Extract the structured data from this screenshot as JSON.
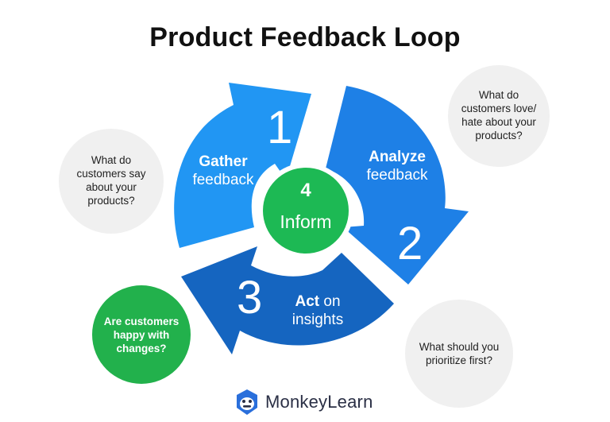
{
  "title": "Product Feedback Loop",
  "stages": [
    {
      "number": "1",
      "bold": "Gather",
      "rest": "feedback",
      "color": "#2196f3"
    },
    {
      "number": "2",
      "bold": "Analyze",
      "rest": "feedback",
      "color": "#1e80e6"
    },
    {
      "number": "3",
      "bold": "Act",
      "rest_inline": "on",
      "rest": "insights",
      "color": "#1565c0"
    },
    {
      "number": "4",
      "label": "Inform",
      "color": "#1db954"
    }
  ],
  "bubbles": [
    {
      "text": "What do\ncustomers say\nabout your\nproducts?",
      "style": "grey"
    },
    {
      "text": "What do\ncustomers love/\nhate about your\nproducts?",
      "style": "grey"
    },
    {
      "text": "Are customers\nhappy with\nchanges?",
      "style": "green"
    },
    {
      "text": "What should you\nprioritize first?",
      "style": "grey"
    }
  ],
  "colors": {
    "bubble_grey": "#f0f0f0",
    "bubble_green": "#22b14c",
    "center_green": "#1db954"
  },
  "logo": {
    "text": "MonkeyLearn",
    "icon": "monkey-head-icon"
  }
}
